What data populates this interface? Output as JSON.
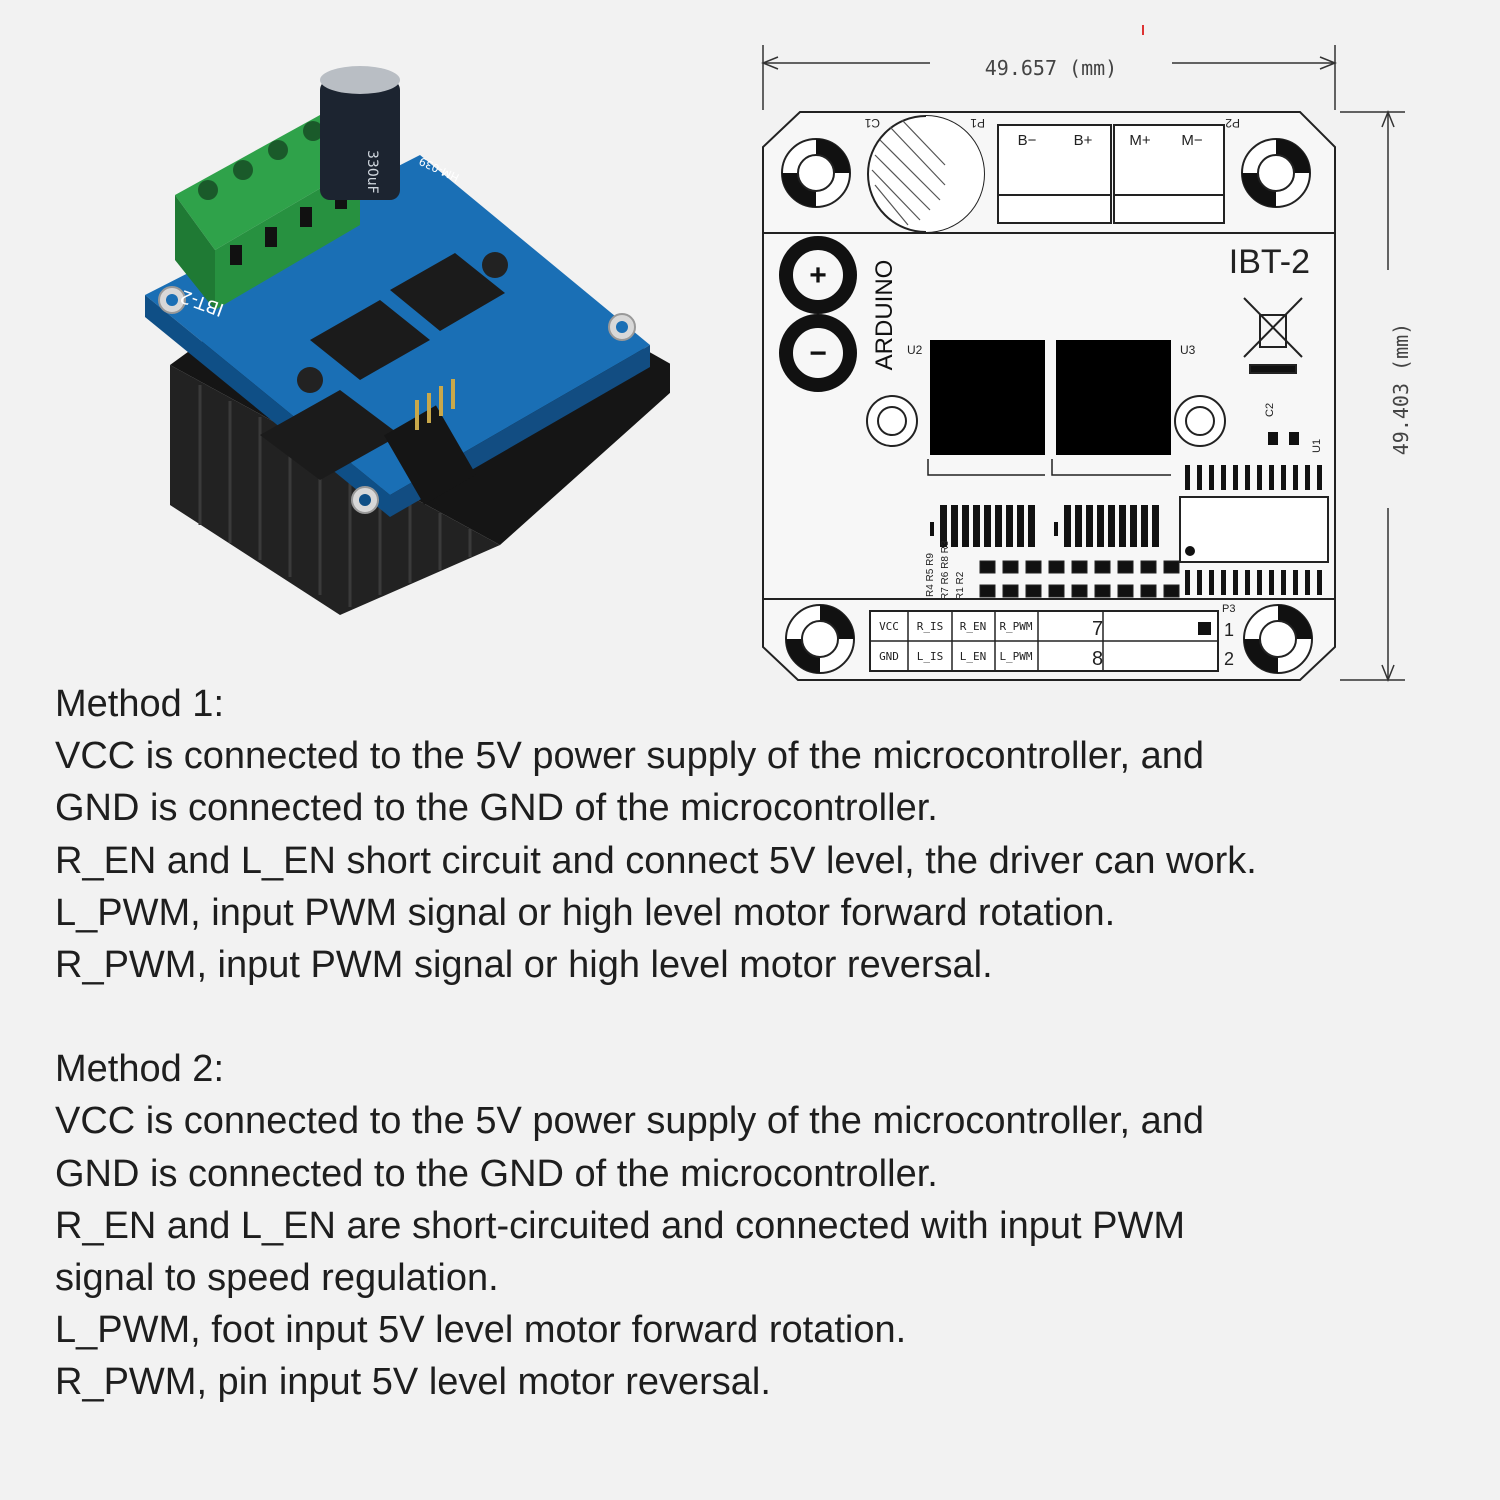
{
  "photo": {
    "board_label": "IBT-2",
    "board_code": "HM-039",
    "cap_value": "330uF"
  },
  "drawing": {
    "width_dim": "49.657 (mm)",
    "height_dim": "49.403 (mm)",
    "title": "IBT-2",
    "logo_text": "ARDUINO",
    "plus_sign": "+",
    "minus_sign": "−",
    "labels": {
      "c1": "C1",
      "p1": "P1",
      "p2": "P2",
      "p3": "P3",
      "b_minus": "B−",
      "b_plus": "B+",
      "m_plus": "M+",
      "m_minus": "M−",
      "u1": "U1",
      "u2": "U2",
      "u3": "U3",
      "c2": "C2",
      "resistors_a": "R4 R5 R9",
      "resistors_b": "R7 R6 R8 R3",
      "resistors_c": "R1 R2"
    },
    "pin_table": {
      "row1": [
        "VCC",
        "R_IS",
        "R_EN",
        "R_PWM",
        "7"
      ],
      "row2": [
        "GND",
        "L_IS",
        "L_EN",
        "L_PWM",
        "8"
      ],
      "p3_pins": [
        "1",
        "2"
      ]
    }
  },
  "methods": [
    {
      "title": "Method 1:",
      "lines": [
        "VCC is connected to the 5V power supply of the microcontroller, and",
        "GND is connected to the GND of the microcontroller.",
        "R_EN and L_EN short circuit and connect 5V level, the driver can work.",
        "L_PWM, input PWM signal or high level motor forward rotation.",
        "R_PWM, input PWM signal or high level motor reversal."
      ]
    },
    {
      "title": "Method 2:",
      "lines": [
        "VCC is connected to the 5V power supply of the microcontroller, and",
        "GND is connected to the GND of the microcontroller.",
        "R_EN and L_EN are short-circuited and connected with input PWM",
        "signal to speed regulation.",
        "L_PWM, foot input 5V level motor forward rotation.",
        "R_PWM, pin input 5V level motor reversal."
      ]
    }
  ]
}
